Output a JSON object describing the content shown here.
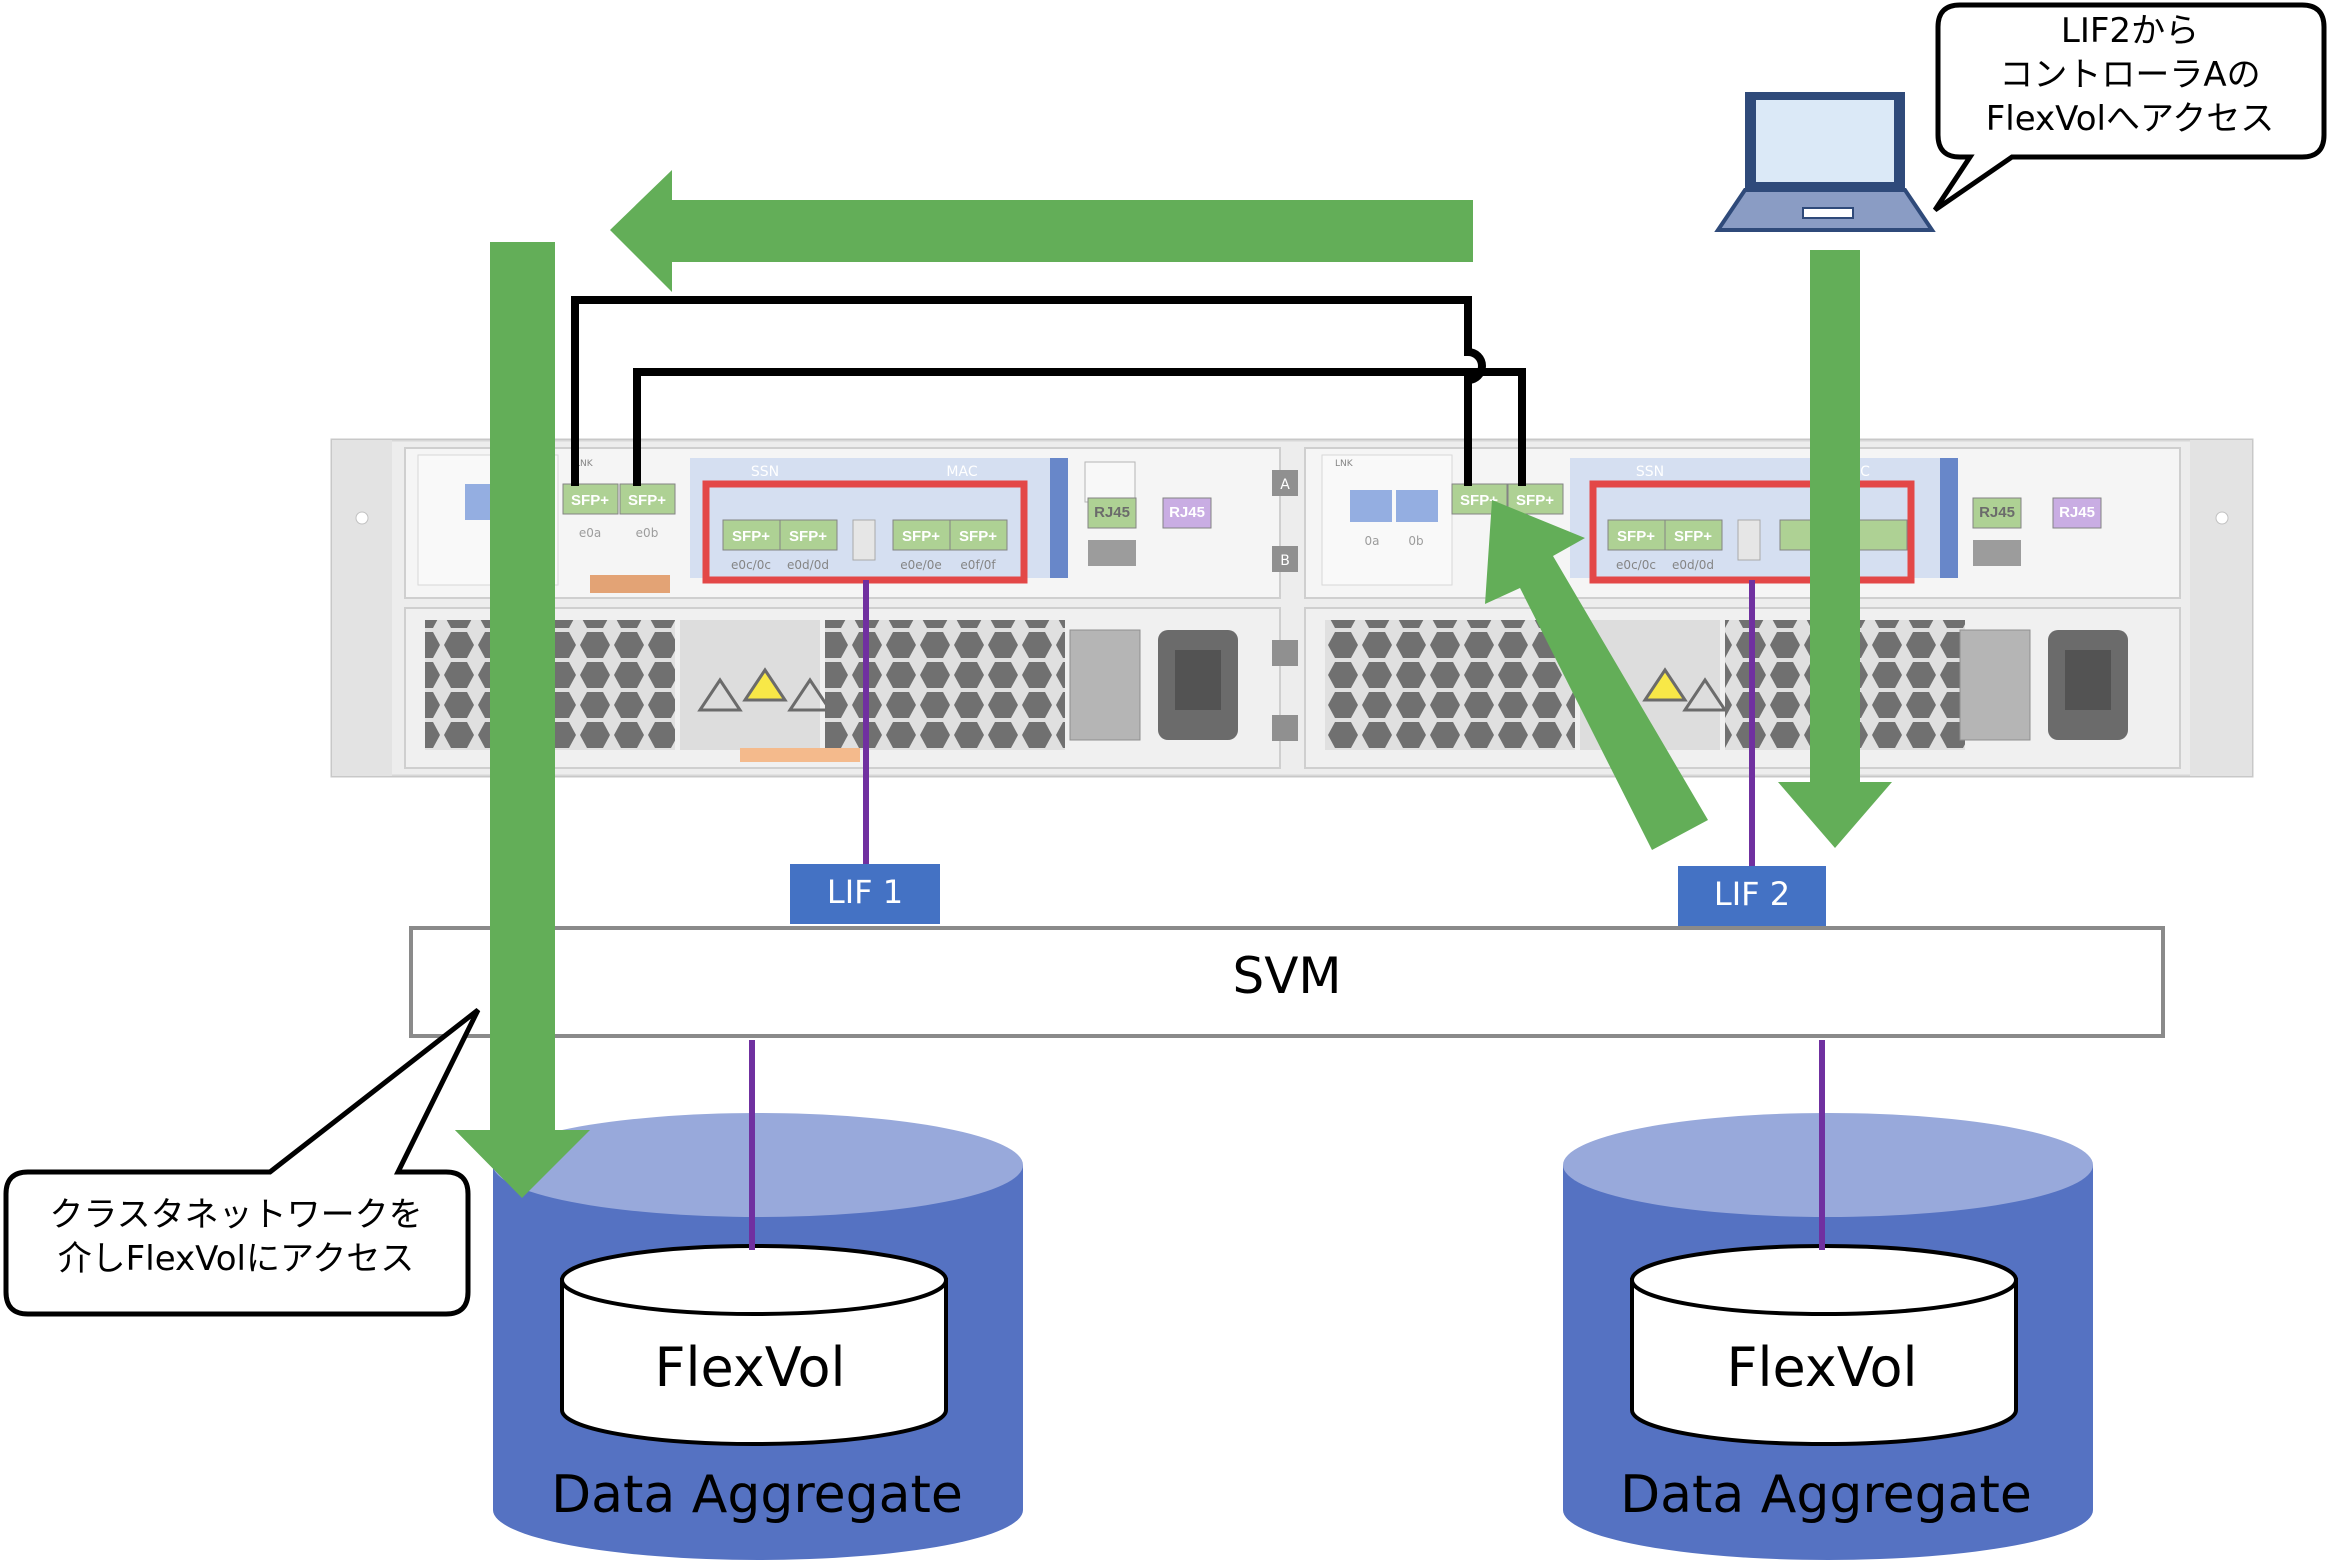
{
  "callouts": {
    "top_right": [
      "LIF2から",
      "コントローラAの",
      "FlexVolへアクセス"
    ],
    "bottom_left": [
      "クラスタネットワークを",
      "介しFlexVolにアクセス"
    ]
  },
  "lifs": {
    "lif1": "LIF 1",
    "lif2": "LIF 2"
  },
  "svm": "SVM",
  "aggregates": {
    "left": {
      "volume": "FlexVol",
      "label": "Data Aggregate"
    },
    "right": {
      "volume": "FlexVol",
      "label": "Data Aggregate"
    }
  },
  "controller_a": {
    "port_sfp": "SFP+",
    "port_e0a": "e0a",
    "port_e0b": "e0b",
    "ports": [
      "e0c/0c",
      "e0d/0d",
      "e0e/0e",
      "e0f/0f"
    ],
    "ssn": "SSN",
    "mac": "MAC",
    "rj45": "RJ45",
    "rj45_2": "RJ45",
    "lnk": "LNK",
    "slot": "A"
  },
  "controller_b": {
    "port_sfp": "SFP+",
    "ports": [
      "e0c/0c",
      "e0d/0d"
    ],
    "port_e0a": "0a",
    "port_e0b": "0b",
    "ssn": "SSN",
    "mac": "C",
    "rj45": "RJ45",
    "rj45_2": "RJ45",
    "lnk": "LNK",
    "slot": "B"
  },
  "colors": {
    "arrow_green": "#63ae58",
    "lif_blue": "#4472c4",
    "aggregate_blue": "#5572c2",
    "aggregate_top": "#98a9db",
    "purple_link": "#7030a0",
    "highlight_red": "#d90000"
  }
}
